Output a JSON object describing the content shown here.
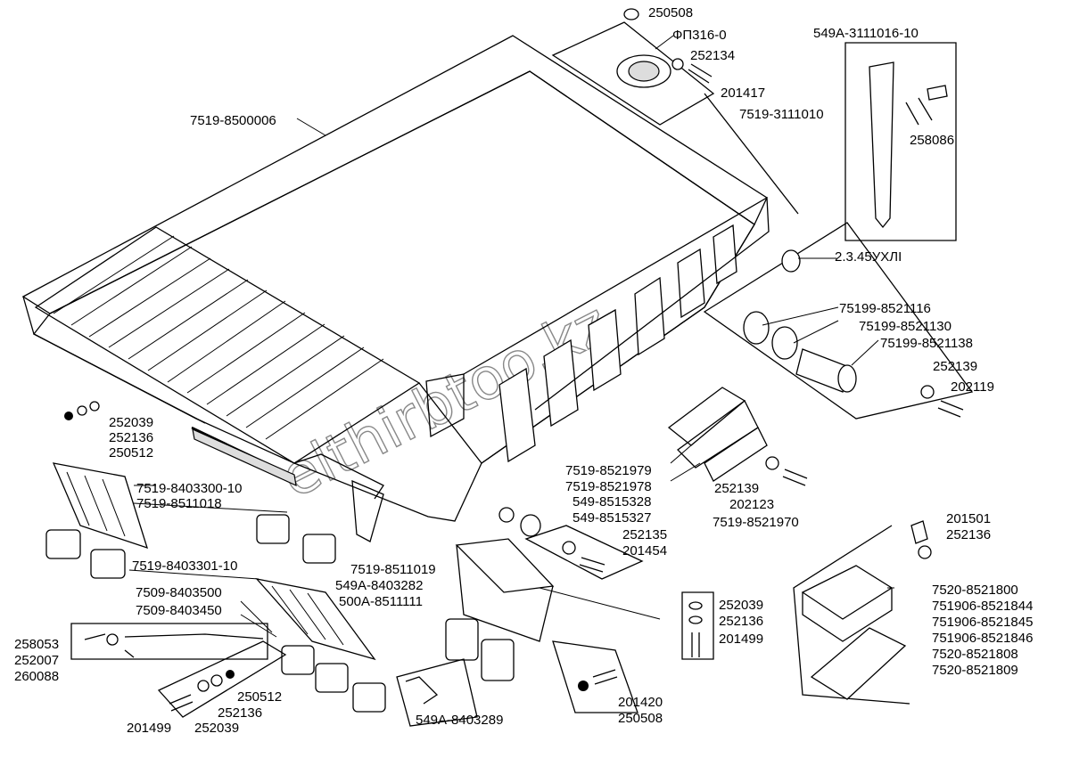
{
  "watermark": "elthirbtoo.kz",
  "labels": {
    "l250508a": "250508",
    "lFP316": "ФП316-0",
    "l252134": "252134",
    "l201417": "201417",
    "l7519_8500006": "7519-8500006",
    "l549A_3111016": "549A-3111016-10",
    "l7519_3111010": "7519-3111010",
    "l258086": "258086",
    "l2345": "2.3.45УХЛI",
    "l8521116": "75199-8521116",
    "l8521130": "75199-8521130",
    "l8521138": "75199-8521138",
    "l252139a": "252139",
    "l202119": "202119",
    "l252039a": "252039",
    "l252136a": "252136",
    "l250512a": "250512",
    "l8403300": "7519-8403300-10",
    "l8511018": "7519-8511018",
    "l8521979": "7519-8521979",
    "l8521978": "7519-8521978",
    "l549_8515328": "549-8515328",
    "l549_8515327": "549-8515327",
    "l252139b": "252139",
    "l202123": "202123",
    "l8521970": "7519-8521970",
    "l252135": "252135",
    "l201454": "201454",
    "l201501": "201501",
    "l252136b": "252136",
    "l8403301": "7519-8403301-10",
    "l8403500": "7509-8403500",
    "l8403450": "7509-8403450",
    "l8511019": "7519-8511019",
    "l549A_8403282": "549A-8403282",
    "l500A_8511111": "500A-8511111",
    "l252039b": "252039",
    "l252136c": "252136",
    "l201499a": "201499",
    "l7520_8521800": "7520-8521800",
    "l751906_844": "751906-8521844",
    "l751906_845": "751906-8521845",
    "l751906_846": "751906-8521846",
    "l7520_8521808": "7520-8521808",
    "l7520_8521809": "7520-8521809",
    "l258053": "258053",
    "l252007": "252007",
    "l260088": "260088",
    "l250512b": "250512",
    "l252136d": "252136",
    "l201499b": "201499",
    "l252039c": "252039",
    "l201420": "201420",
    "l250508b": "250508",
    "l549A_8403289": "549A-8403289"
  }
}
